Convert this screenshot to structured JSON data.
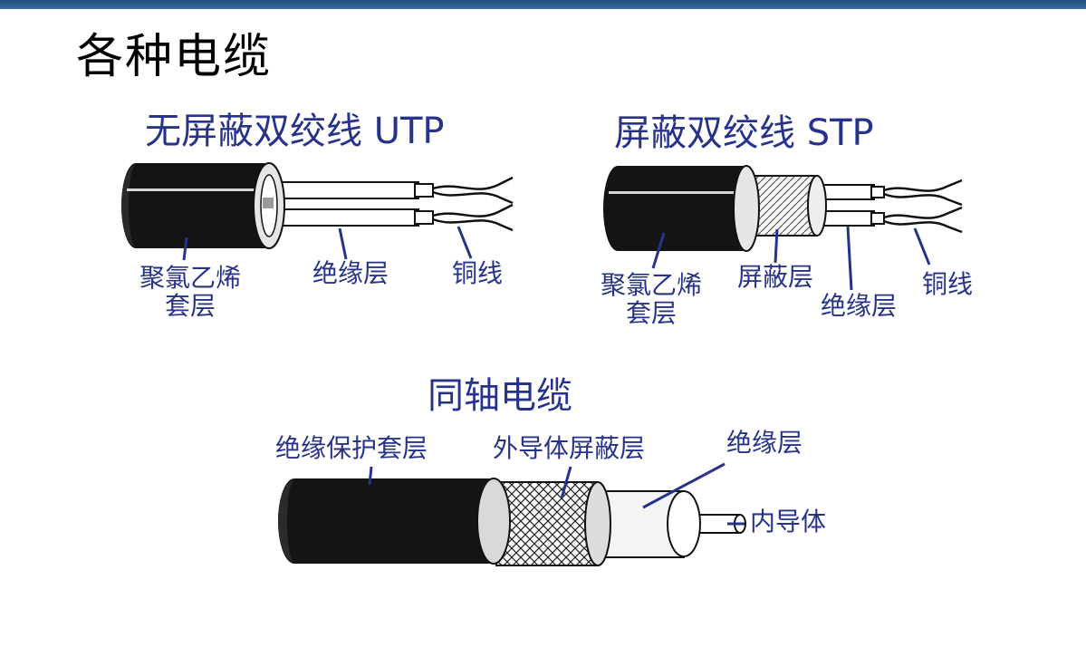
{
  "slide": {
    "title": "各种电缆",
    "accent_color": "#27338a",
    "bar_color": "#1f4f7c"
  },
  "utp": {
    "title": "无屏蔽双绞线 UTP",
    "labels": {
      "jacket_line1": "聚氯乙烯",
      "jacket_line2": "套层",
      "insulation": "绝缘层",
      "copper": "铜线"
    }
  },
  "stp": {
    "title": "屏蔽双绞线 STP",
    "labels": {
      "jacket_line1": "聚氯乙烯",
      "jacket_line2": "套层",
      "shield": "屏蔽层",
      "insulation": "绝缘层",
      "copper": "铜线"
    }
  },
  "coax": {
    "title": "同轴电缆",
    "labels": {
      "jacket": "绝缘保护套层",
      "outer_shield": "外导体屏蔽层",
      "insulation": "绝缘层",
      "inner_conductor": "内导体"
    }
  }
}
